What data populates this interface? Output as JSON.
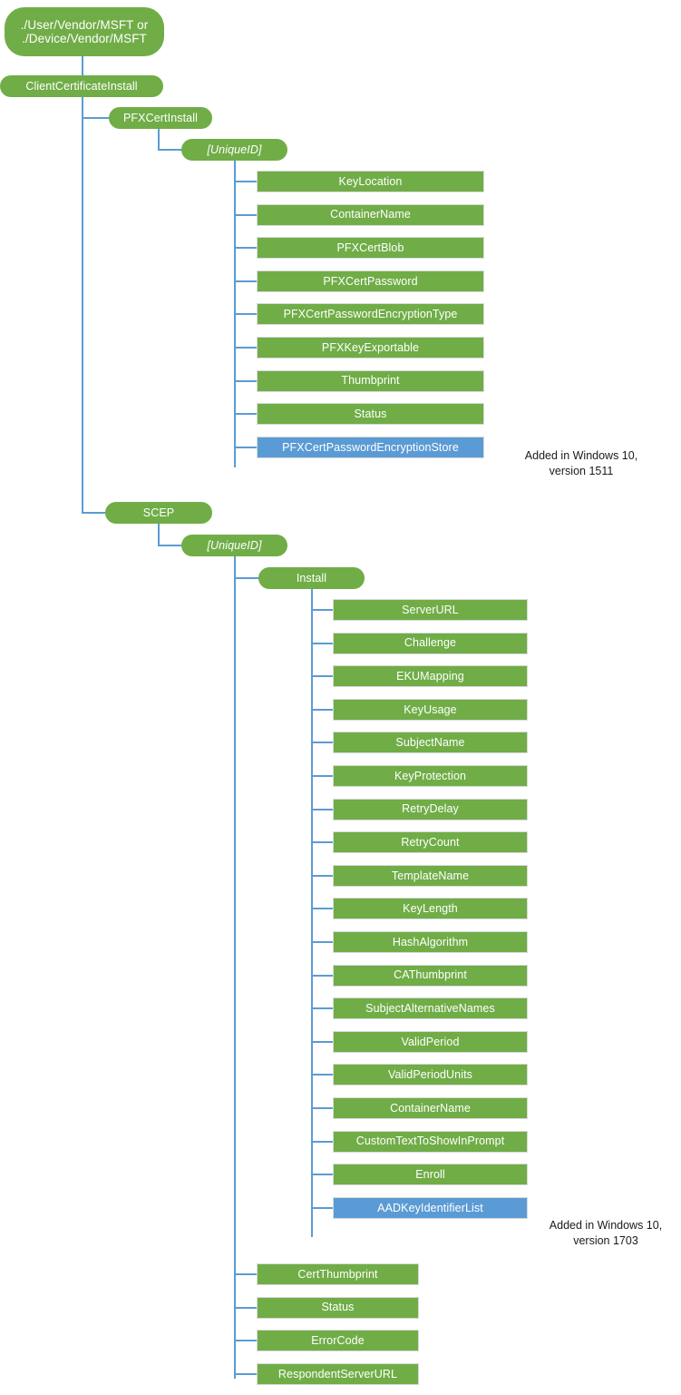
{
  "diagram": {
    "title": "ClientCertificateInstall CSP tree",
    "colors": {
      "node_green": "#70ad47",
      "node_blue": "#5b9bd5",
      "connector": "#5b9bd5",
      "leaf_border": "#d9d9d9",
      "node_text": "#ffffff",
      "note_text": "#1a1a1a",
      "background": "#ffffff"
    },
    "root": {
      "label": "./User/Vendor/MSFT or\n./Device/Vendor/MSFT"
    },
    "level1": {
      "label": "ClientCertificateInstall"
    },
    "branches": [
      {
        "name": "pfx-cert-install",
        "label": "PFXCertInstall",
        "unique_id_label": "[UniqueID]",
        "children": [
          {
            "label": "KeyLocation",
            "style": "green"
          },
          {
            "label": "ContainerName",
            "style": "green"
          },
          {
            "label": "PFXCertBlob",
            "style": "green"
          },
          {
            "label": "PFXCertPassword",
            "style": "green"
          },
          {
            "label": "PFXCertPasswordEncryptionType",
            "style": "green"
          },
          {
            "label": "PFXKeyExportable",
            "style": "green"
          },
          {
            "label": "Thumbprint",
            "style": "green"
          },
          {
            "label": "Status",
            "style": "green"
          },
          {
            "label": "PFXCertPasswordEncryptionStore",
            "style": "blue"
          }
        ],
        "note": "Added in Windows 10,\nversion 1511"
      },
      {
        "name": "scep",
        "label": "SCEP",
        "unique_id_label": "[UniqueID]",
        "install_label": "Install",
        "install_children": [
          {
            "label": "ServerURL",
            "style": "green"
          },
          {
            "label": "Challenge",
            "style": "green"
          },
          {
            "label": "EKUMapping",
            "style": "green"
          },
          {
            "label": "KeyUsage",
            "style": "green"
          },
          {
            "label": "SubjectName",
            "style": "green"
          },
          {
            "label": "KeyProtection",
            "style": "green"
          },
          {
            "label": "RetryDelay",
            "style": "green"
          },
          {
            "label": "RetryCount",
            "style": "green"
          },
          {
            "label": "TemplateName",
            "style": "green"
          },
          {
            "label": "KeyLength",
            "style": "green"
          },
          {
            "label": "HashAlgorithm",
            "style": "green"
          },
          {
            "label": "CAThumbprint",
            "style": "green"
          },
          {
            "label": "SubjectAlternativeNames",
            "style": "green"
          },
          {
            "label": "ValidPeriod",
            "style": "green"
          },
          {
            "label": "ValidPeriodUnits",
            "style": "green"
          },
          {
            "label": "ContainerName",
            "style": "green"
          },
          {
            "label": "CustomTextToShowInPrompt",
            "style": "green"
          },
          {
            "label": "Enroll",
            "style": "green"
          },
          {
            "label": "AADKeyIdentifierList",
            "style": "blue"
          }
        ],
        "note": "Added in Windows 10,\nversion 1703",
        "unique_id_children": [
          {
            "label": "CertThumbprint",
            "style": "green"
          },
          {
            "label": "Status",
            "style": "green"
          },
          {
            "label": "ErrorCode",
            "style": "green"
          },
          {
            "label": "RespondentServerURL",
            "style": "green"
          }
        ]
      }
    ]
  }
}
